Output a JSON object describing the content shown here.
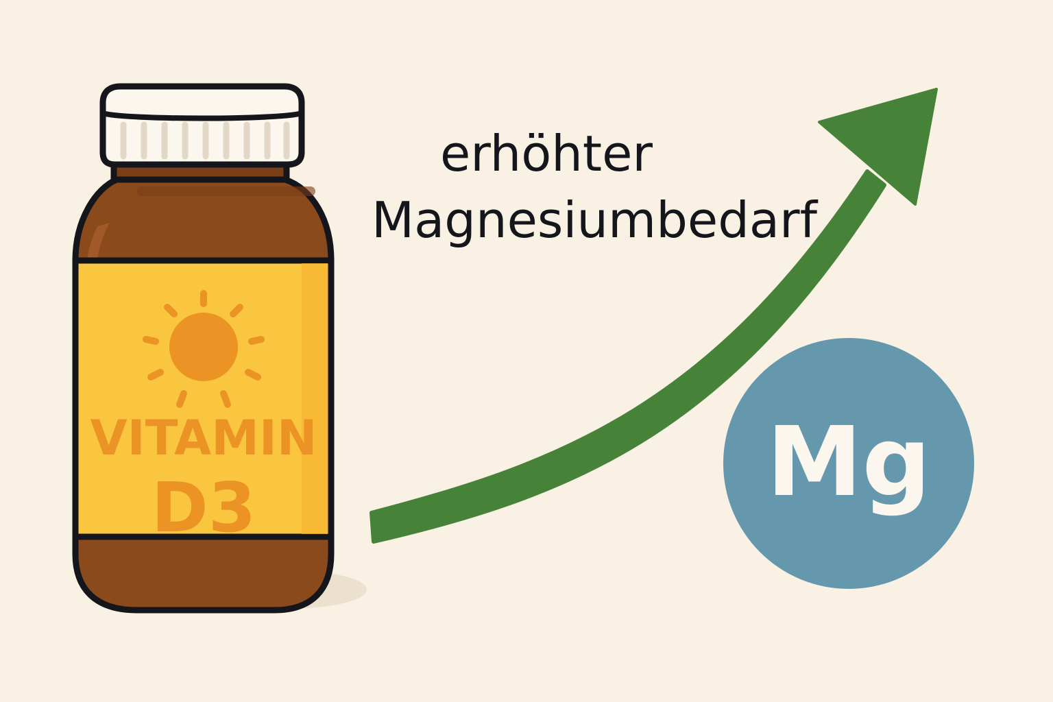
{
  "caption": {
    "line1": "erhöhter",
    "line2": "Magnesiumbedarf"
  },
  "bottle": {
    "label_line1": "VITAMIN",
    "label_line2": "D3",
    "icon": "sun-icon"
  },
  "element": {
    "symbol": "Mg",
    "icon": "magnesium-circle-icon"
  },
  "arrow": {
    "icon": "rising-arrow-icon",
    "direction": "up-right"
  },
  "colors": {
    "background": "#f9f1e4",
    "bottle_glass": "#8b4a1c",
    "label": "#fbc63f",
    "label_text": "#eb9425",
    "cap": "#fbf6ee",
    "arrow": "#468338",
    "magnesium_circle": "#6598ad",
    "magnesium_text": "#fbf6ee",
    "caption_text": "#14161c"
  }
}
